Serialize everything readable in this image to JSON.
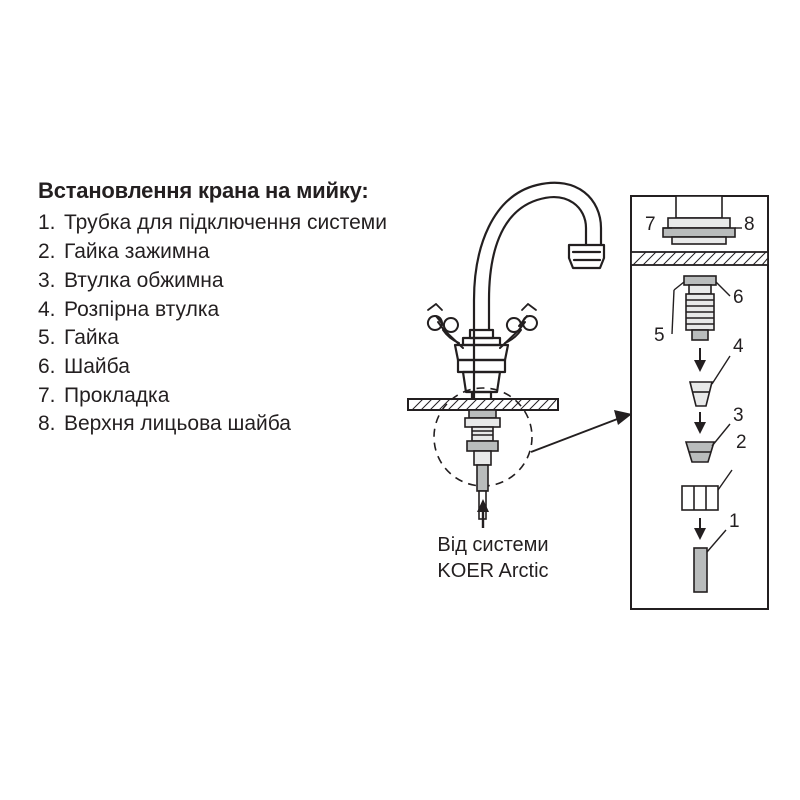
{
  "instructions": {
    "title": "Встановлення крана на мийку:",
    "items": [
      {
        "num": "1.",
        "text": "Трубка для підключення системи"
      },
      {
        "num": "2.",
        "text": "Гайка зажимна"
      },
      {
        "num": "3.",
        "text": "Втулка обжимна"
      },
      {
        "num": "4.",
        "text": "Розпірна втулка"
      },
      {
        "num": "5.",
        "text": "Гайка"
      },
      {
        "num": "6.",
        "text": "Шайба"
      },
      {
        "num": "7.",
        "text": "Прокладка"
      },
      {
        "num": "8.",
        "text": "Верхня лицьова шайба"
      }
    ]
  },
  "caption": {
    "line1": "Від системи",
    "line2": "KOER Arctic"
  },
  "exploded_panel": {
    "callouts": [
      {
        "id": "callout-7",
        "label": "7"
      },
      {
        "id": "callout-8",
        "label": "8"
      },
      {
        "id": "callout-6",
        "label": "6"
      },
      {
        "id": "callout-5",
        "label": "5"
      },
      {
        "id": "callout-4",
        "label": "4"
      },
      {
        "id": "callout-3",
        "label": "3"
      },
      {
        "id": "callout-2",
        "label": "2"
      },
      {
        "id": "callout-1",
        "label": "1"
      }
    ]
  },
  "colors": {
    "line": "#231f20",
    "text": "#231f20",
    "background": "#ffffff",
    "part_fill": "#b9bcbc",
    "light_fill": "#e8e9e9"
  }
}
